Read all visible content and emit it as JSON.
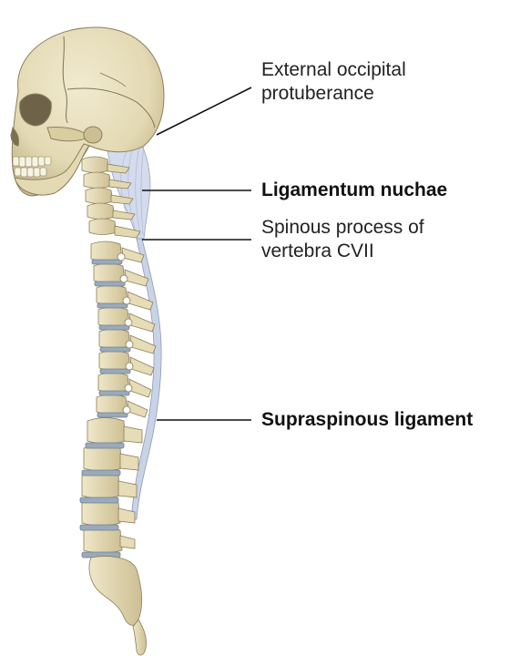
{
  "labels": {
    "occipital": {
      "line1": "External occipital",
      "line2": "protuberance",
      "bold": false
    },
    "nuchae": {
      "text": "Ligamentum nuchae",
      "bold": true
    },
    "spinous": {
      "line1": "Spinous process of",
      "line2": "vertebra CVII",
      "bold": false
    },
    "supraspinous": {
      "text": "Supraspinous ligament",
      "bold": true
    }
  },
  "colors": {
    "bone": "#e8dfbd",
    "bone_shadow": "#c9bd92",
    "bone_outline": "#8a7f5c",
    "disc": "#9aaabb",
    "ligament": "#c9d3e6",
    "ligament_outline": "#8e9ab8",
    "leader_line": "#111111"
  }
}
